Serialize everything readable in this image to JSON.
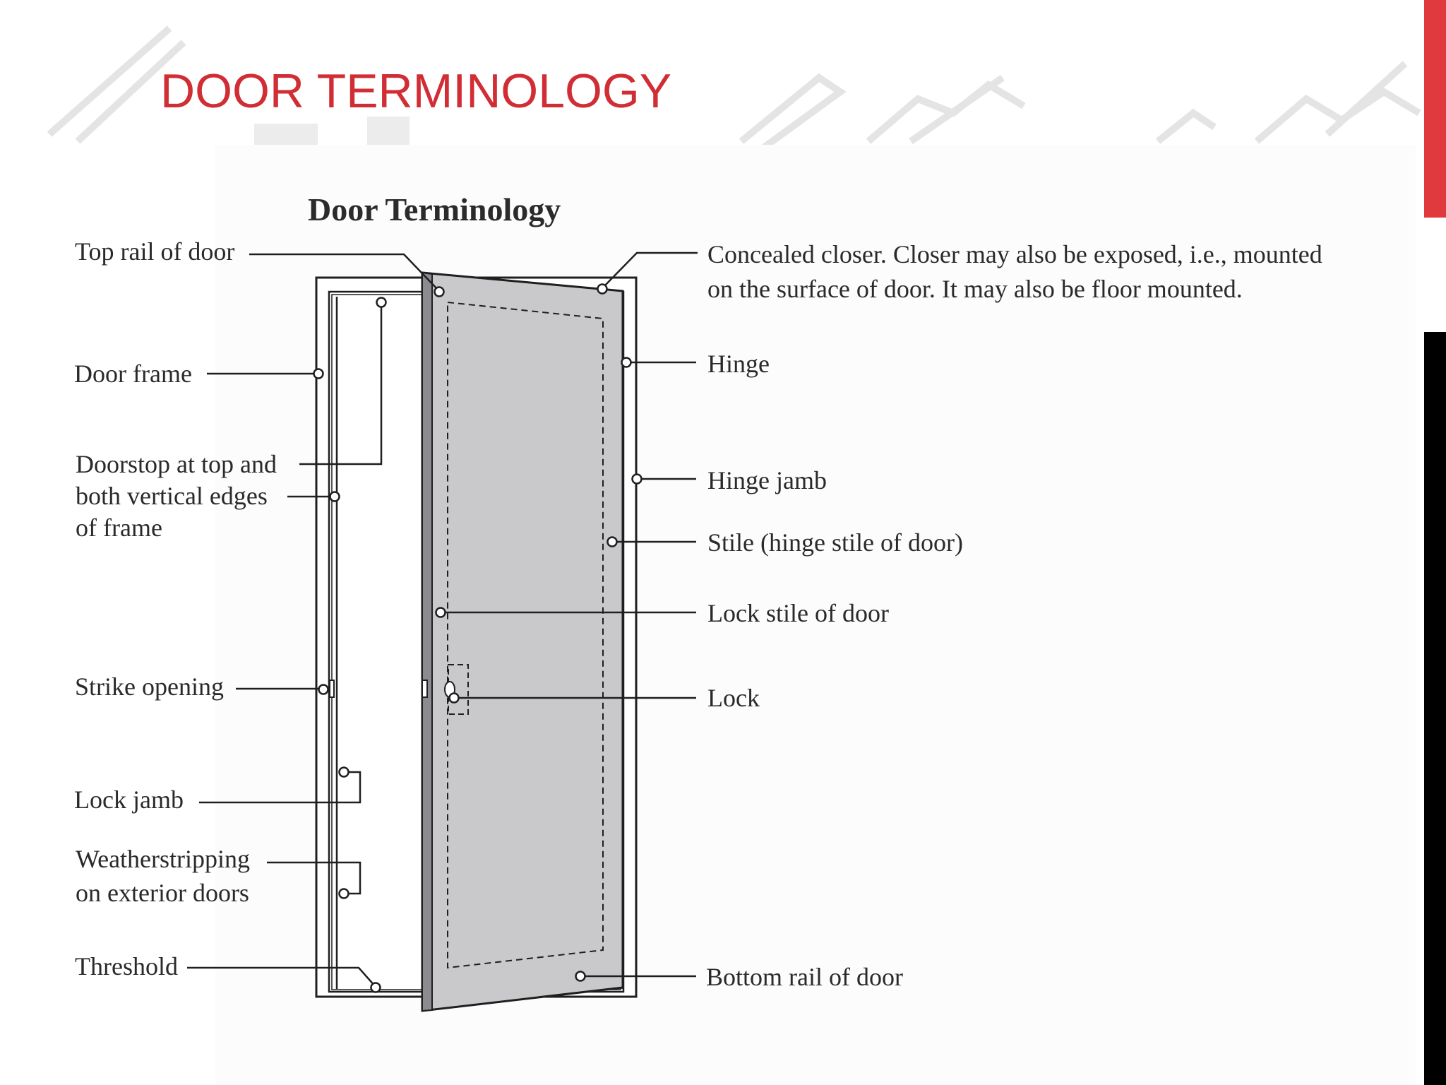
{
  "slide": {
    "title": "DOOR TERMINOLOGY",
    "title_color": "#d12d34",
    "accent_colors": [
      "#e03a3e",
      "#000000"
    ]
  },
  "figure": {
    "title": "Door Terminology",
    "labels": {
      "top_rail": "Top rail of door",
      "door_frame": "Door frame",
      "doorstop": [
        "Doorstop at top and",
        "both vertical edges",
        "of frame"
      ],
      "strike_opening": "Strike opening",
      "lock_jamb": "Lock jamb",
      "weatherstripping": [
        "Weatherstripping",
        "on exterior doors"
      ],
      "threshold": "Threshold",
      "concealed_closer": [
        "Concealed closer.  Closer may also be exposed, i.e., mounted",
        "on the surface of door.  It may also be floor mounted."
      ],
      "hinge": "Hinge",
      "hinge_jamb": "Hinge jamb",
      "stile": "Stile (hinge stile of door)",
      "lock_stile": "Lock stile of door",
      "lock": "Lock",
      "bottom_rail": "Bottom rail of door"
    }
  }
}
